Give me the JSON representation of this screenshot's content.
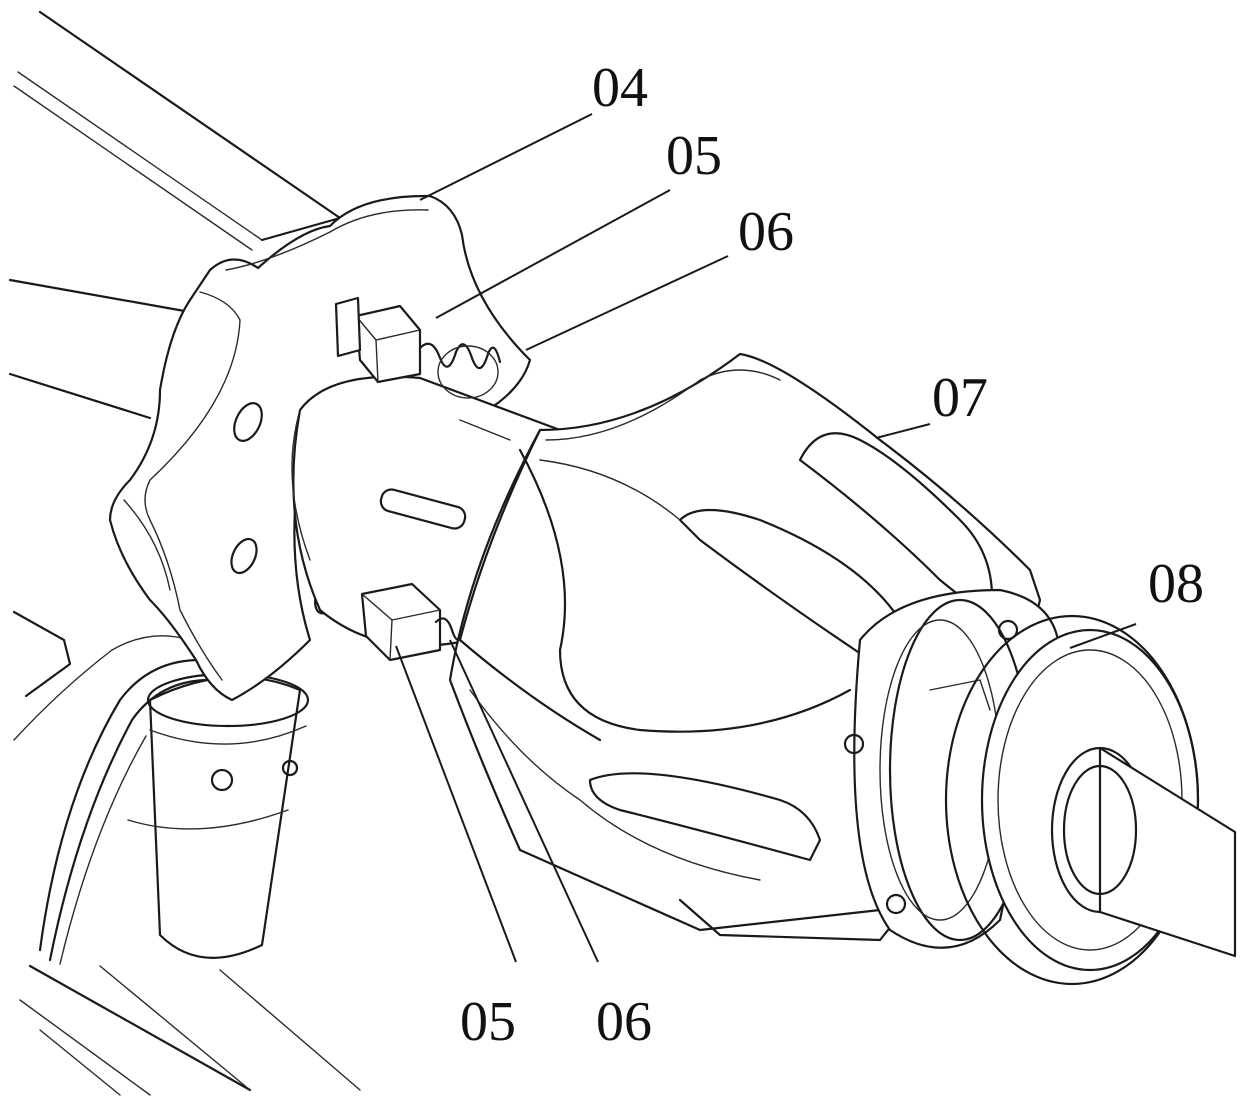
{
  "labels": {
    "l04": "04",
    "l05_top": "05",
    "l06_top": "06",
    "l07": "07",
    "l08": "08",
    "l05_bottom": "05",
    "l06_bottom": "06"
  }
}
